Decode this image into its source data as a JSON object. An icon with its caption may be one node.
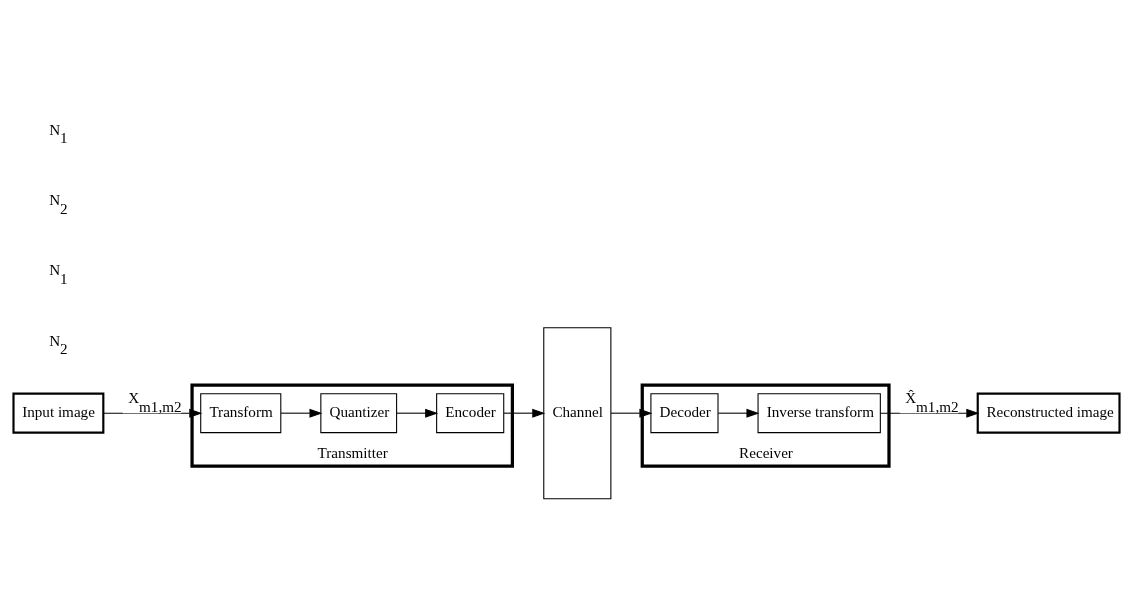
{
  "diagram": {
    "nodes": [
      {
        "text": [
          "Input image"
        ]
      },
      {
        "text": [
          "Transmitter"
        ]
      },
      {
        "text": [
          "Transform"
        ],
        "in": 1
      },
      {
        "text": [
          "Quantizer"
        ],
        "in": 1
      },
      {
        "text": [
          "Encoder"
        ],
        "in": 1
      },
      {
        "text": [
          "Channel"
        ]
      },
      {
        "text": [
          "Receiver"
        ]
      },
      {
        "text": [
          "Decoder"
        ],
        "in": 6
      },
      {
        "text": [
          "Inverse transform"
        ],
        "in": 6
      },
      {
        "text": [
          "Reconstructed image"
        ]
      }
    ],
    "edges": [
      {
        "from": 0,
        "to": 2,
        "arrow": "to",
        "label": "X$_{m1,m2}$"
      },
      {
        "from": 2,
        "to": 3,
        "arrow": "to"
      },
      {
        "from": 3,
        "to": 4,
        "arrow": "to"
      },
      {
        "from": 4,
        "to": 5,
        "arrow": "to"
      },
      {
        "from": 5,
        "to": 7,
        "arrow": "to"
      },
      {
        "from": 7,
        "to": 8,
        "arrow": "to"
      },
      {
        "from": 8,
        "to": 9,
        "arrow": "to",
        "label": "X̂$_{m1,m2}$"
      }
    ],
    "labels": [
      "N$_{2}$",
      "N$_{1}$",
      "N$_{2}$",
      "N$_{1}$"
    ]
  }
}
